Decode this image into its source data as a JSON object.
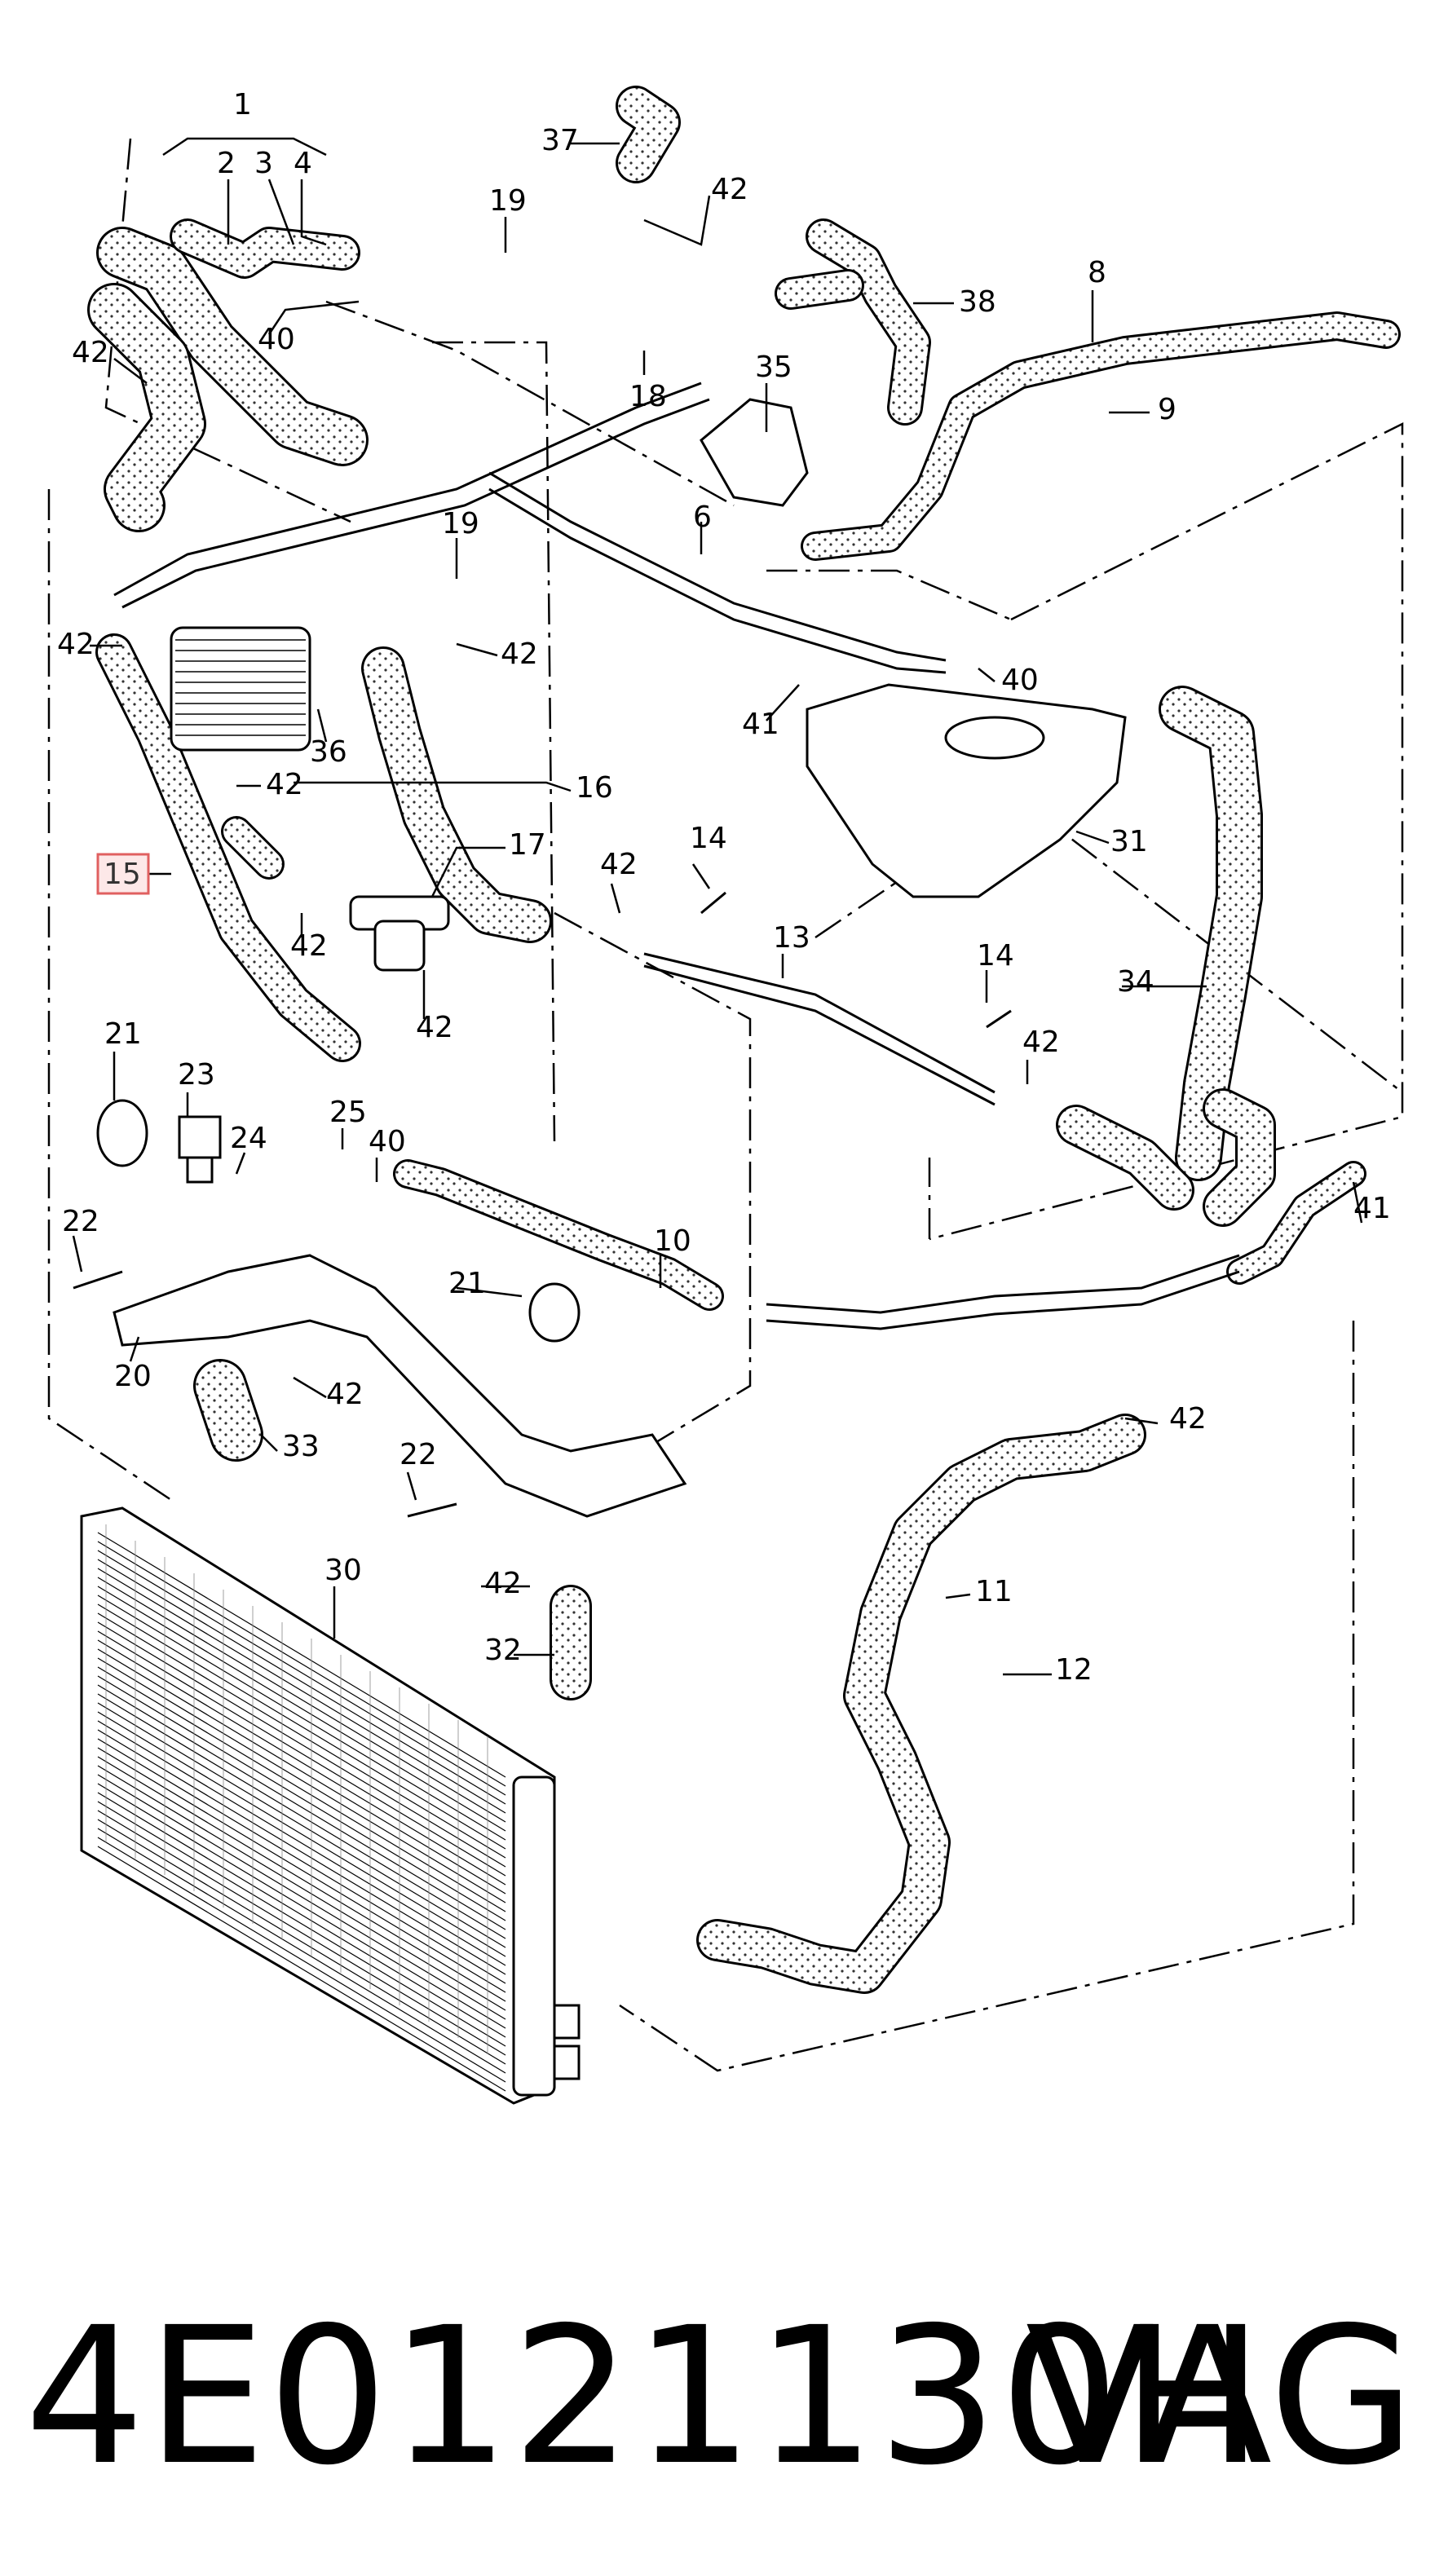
{
  "labels": {
    "l1": "1",
    "l2": "2",
    "l3": "3",
    "l4": "4",
    "l6": "6",
    "l8": "8",
    "l9": "9",
    "l10": "10",
    "l11": "11",
    "l12": "12",
    "l13": "13",
    "l14a": "14",
    "l14b": "14",
    "l15": "15",
    "l16": "16",
    "l17": "17",
    "l18": "18",
    "l19a": "19",
    "l19b": "19",
    "l20": "20",
    "l21a": "21",
    "l21b": "21",
    "l22a": "22",
    "l22b": "22",
    "l23": "23",
    "l24": "24",
    "l25": "25",
    "l30": "30",
    "l31": "31",
    "l32": "32",
    "l33": "33",
    "l34": "34",
    "l35": "35",
    "l36": "36",
    "l37": "37",
    "l38": "38",
    "l40a": "40",
    "l40b": "40",
    "l40c": "40",
    "l41a": "41",
    "l41b": "41",
    "l42a": "42",
    "l42b": "42",
    "l42c": "42",
    "l42d": "42",
    "l42e": "42",
    "l42f": "42",
    "l42g": "42",
    "l42h": "42",
    "l42i": "42",
    "l42j": "42",
    "l42k": "42",
    "l42l": "42"
  },
  "highlight_color": "#e06060",
  "highlight_fill": "#fde8e8",
  "hose_color": "#d8d8d8",
  "footer": {
    "part_number": "4E0121130H",
    "brand": "VAG"
  }
}
